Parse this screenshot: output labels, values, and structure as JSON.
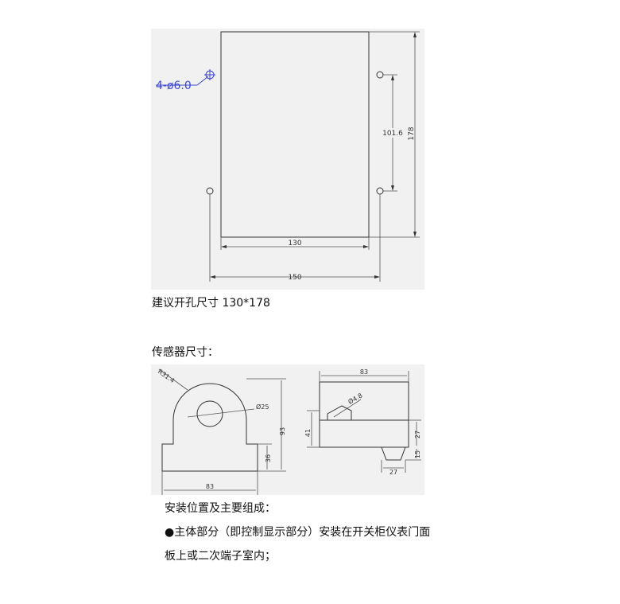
{
  "top_drawing": {
    "callout": "4-ø6.0",
    "dim_130": "130",
    "dim_150": "150",
    "dim_178": "178",
    "dim_101_6": "101.6"
  },
  "bottom_drawing": {
    "left_view": {
      "radius_label": "R31.4",
      "diameter_label": "Ø25",
      "height_93": "93",
      "height_36": "36",
      "width_83": "83"
    },
    "right_view": {
      "width_83": "83",
      "hole_label": "Ø4.8",
      "height_41": "41",
      "height_27": "27",
      "height_15": "15",
      "width_27": "27"
    }
  },
  "captions": {
    "cutout": "建议开孔尺寸 130*178",
    "sensor_size": "传感器尺寸：",
    "install_title": "安装位置及主要组成：",
    "bullet_line1": "主体部分（即控制显示部分）安装在开关柜仪表门面",
    "bullet_line2": "板上或二次端子室内；",
    "bullet_symbol": "●"
  }
}
